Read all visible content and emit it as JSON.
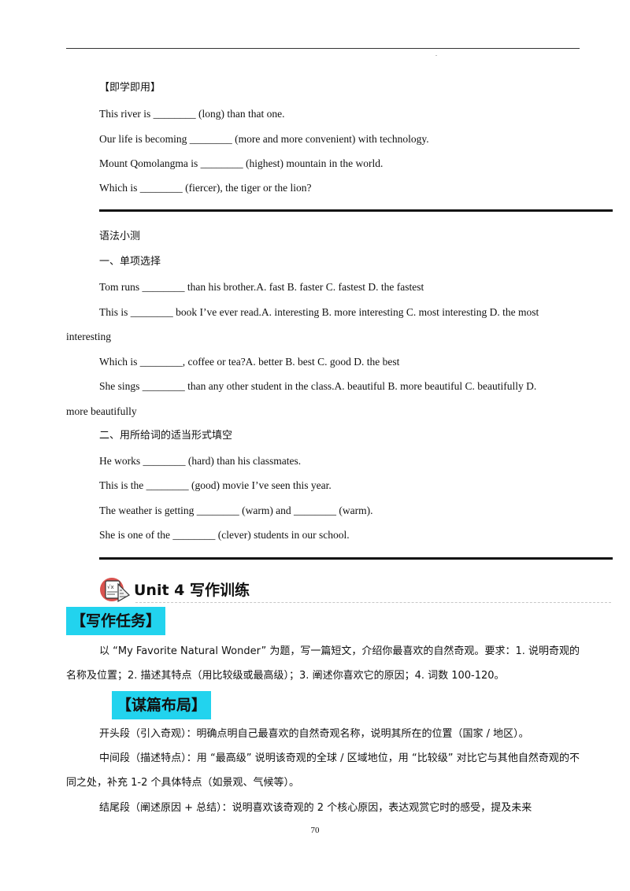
{
  "practice": {
    "heading": "【即学即用】",
    "lines": [
      "This river is ________ (long) than that one.",
      "Our life is becoming ________ (more and more convenient) with technology.",
      "Mount Qomolangma is ________ (highest) mountain in the world.",
      "Which is ________ (fiercer), the tiger or the lion?"
    ]
  },
  "quiz": {
    "title": "语法小测",
    "section1": "一、单项选择",
    "q1": "Tom runs ________ than his brother.A. fast B. faster C. fastest D. the fastest",
    "q2a": "This is ________ book I’ve ever read.A. interesting B. more interesting C. most interesting D. the most",
    "q2b": "interesting",
    "q3": "Which is ________, coffee or tea?A. better B. best C. good D. the best",
    "q4a": "She sings ________ than any other student in the class.A. beautiful B. more beautiful C. beautifully D.",
    "q4b": "more beautifully",
    "section2": "二、用所给词的适当形式填空",
    "f1": "He works ________ (hard) than his classmates.",
    "f2": "This is the ________ (good) movie I’ve seen this year.",
    "f3": "The weather is getting ________ (warm) and ________ (warm).",
    "f4": "She is one of the ________ (clever) students in our school."
  },
  "unit": {
    "title": "Unit 4 写作训练",
    "icon": "calculator-ruler-icon"
  },
  "task": {
    "tag": "【写作任务】",
    "text": "以 “My Favorite Natural Wonder” 为题，写一篇短文，介绍你最喜欢的自然奇观。要求：1. 说明奇观的名称及位置；2. 描述其特点（用比较级或最高级）；3. 阐述你喜欢它的原因；4. 词数 100-120。"
  },
  "layout_section": {
    "tag": "【谋篇布局】",
    "opening": "开头段（引入奇观）：明确点明自己最喜欢的自然奇观名称，说明其所在的位置（国家 / 地区）。",
    "middle": "中间段（描述特点）：用 “最高级” 说明该奇观的全球 / 区域地位，用 “比较级” 对比它与其他自然奇观的不同之处，补充 1-2 个具体特点（如景观、气候等）。",
    "ending": "结尾段（阐述原因 + 总结）：说明喜欢该奇观的 2 个核心原因，表达观赏它时的感受，提及未来"
  },
  "footer": {
    "page_number": "70"
  },
  "colors": {
    "tag_bg": "#22d3ee",
    "rule": "#111111"
  }
}
